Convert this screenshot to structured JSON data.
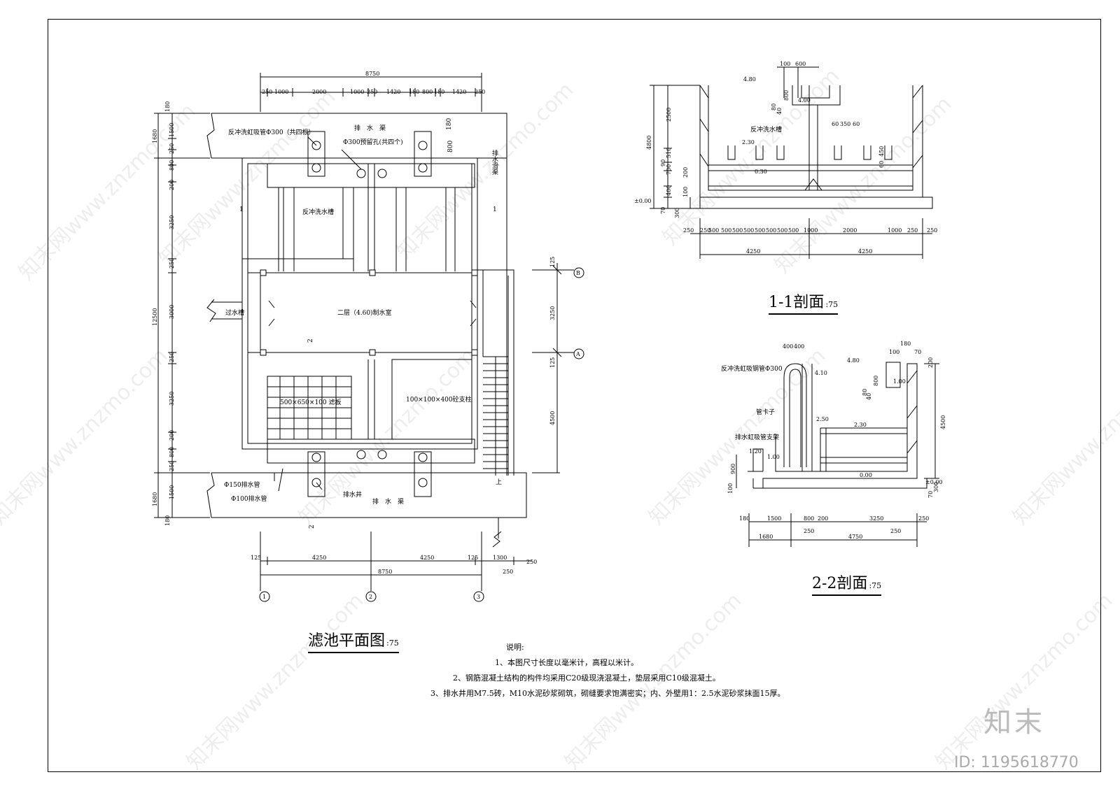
{
  "plan": {
    "title": "滤池平面图",
    "scale": ":75",
    "top_dims": {
      "total": "8750",
      "segments": [
        "250",
        "1000",
        "2000",
        "1000",
        "250",
        "1420",
        "180",
        "800",
        "180",
        "1420",
        "250"
      ]
    },
    "bottom_dims": {
      "total": "8750",
      "segments": [
        "125",
        "4250",
        "4250",
        "125",
        "1300",
        "250"
      ],
      "extra": "250"
    },
    "left_dims": {
      "outer": [
        "1680",
        "12500",
        "1680"
      ],
      "top180": "180",
      "bottom180": "180",
      "inner": [
        "1500",
        "250",
        "800",
        "200",
        "3250",
        "250",
        "3000",
        "250",
        "3250",
        "200",
        "800",
        "250",
        "1500"
      ]
    },
    "right_dims": [
      "125",
      "3250",
      "125",
      "4500"
    ],
    "axes": {
      "x": [
        "1",
        "2",
        "3"
      ],
      "y": [
        "B",
        "A"
      ]
    },
    "labels": {
      "siphon_top": "反冲洗虹吸管Φ300（共四根）",
      "hole": "Φ300预留孔(共四个)",
      "drain_channel_top": "排　水　渠",
      "drain_gutter": "排水滑渠",
      "trough": "反冲洗水槽",
      "section1_left": "1",
      "section1_right": "1",
      "overflow": "过水槽",
      "room": "二层（4.60)制水室",
      "section2_mid": "2",
      "filter_plate": "500×650×100 滤板",
      "pillar": "100×100×400砼支柱",
      "drain_well_pipe": "Φ150排水管",
      "drain_pipe": "Φ100排水管",
      "drain_well": "排水井",
      "drain_channel_bottom": "排　水　渠",
      "section2_bottom": "2",
      "up": "上",
      "dim_180": "180",
      "dim_800": "800"
    }
  },
  "section11": {
    "title": "1-1剖面",
    "scale": ":75",
    "top_dims": [
      "100",
      "600"
    ],
    "elev": [
      "4.80",
      "4.00",
      "2.30",
      "0.30",
      "±0.00"
    ],
    "trough": "反冲洗水槽",
    "trough_dims": [
      "60",
      "350",
      "60"
    ],
    "left_dims": [
      "2500",
      "4800",
      "510",
      "90",
      "700",
      "200",
      "400",
      "100",
      "70",
      "300"
    ],
    "inner_dims": [
      "800",
      "80",
      "40",
      "450",
      "60"
    ],
    "bottom_dims": [
      "250",
      "250",
      "500",
      "500",
      "500",
      "500",
      "500",
      "500",
      "500",
      "500",
      "1000",
      "2000",
      "1000",
      "250",
      "250"
    ],
    "bottom_totals": [
      "4250",
      "4250"
    ]
  },
  "section22": {
    "title": "2-2剖面",
    "scale": ":75",
    "top_dims": [
      "400",
      "400",
      "100",
      "180",
      "70"
    ],
    "labels": {
      "siphon": "反冲洗虹吸钢管Φ300",
      "pipe_clamp": "管卡子",
      "support": "排水虹吸管支架"
    },
    "elev": [
      "4.80",
      "4.10",
      "2.50",
      "2.30",
      "1.20",
      "1.00",
      "0.00",
      "±0.00",
      "1.00"
    ],
    "right_dims": [
      "200",
      "4500",
      "800",
      "80",
      "40",
      "300",
      "70"
    ],
    "left_dims": [
      "900",
      "100"
    ],
    "bottom_dims": [
      "180",
      "1500",
      "800",
      "200",
      "3250",
      "250"
    ],
    "bottom_sub": [
      "250",
      "250"
    ],
    "bottom_totals": [
      "1680",
      "4750"
    ]
  },
  "notes": {
    "heading": "说明:",
    "items": [
      "1、本图尺寸长度以毫米计，高程以米计。",
      "2、钢筋混凝土结构的构件均采用C20级现浇混凝土，垫层采用C10级混凝土。",
      "3、排水井用M7.5砖，M10水泥砂浆砌筑，砌缝要求饱满密实；内、外壁用1：2.5水泥砂浆抹面15厚。"
    ]
  },
  "watermark": {
    "brand": "知末",
    "id": "ID: 1195618770",
    "site": "知末网www.znzmo.com"
  }
}
